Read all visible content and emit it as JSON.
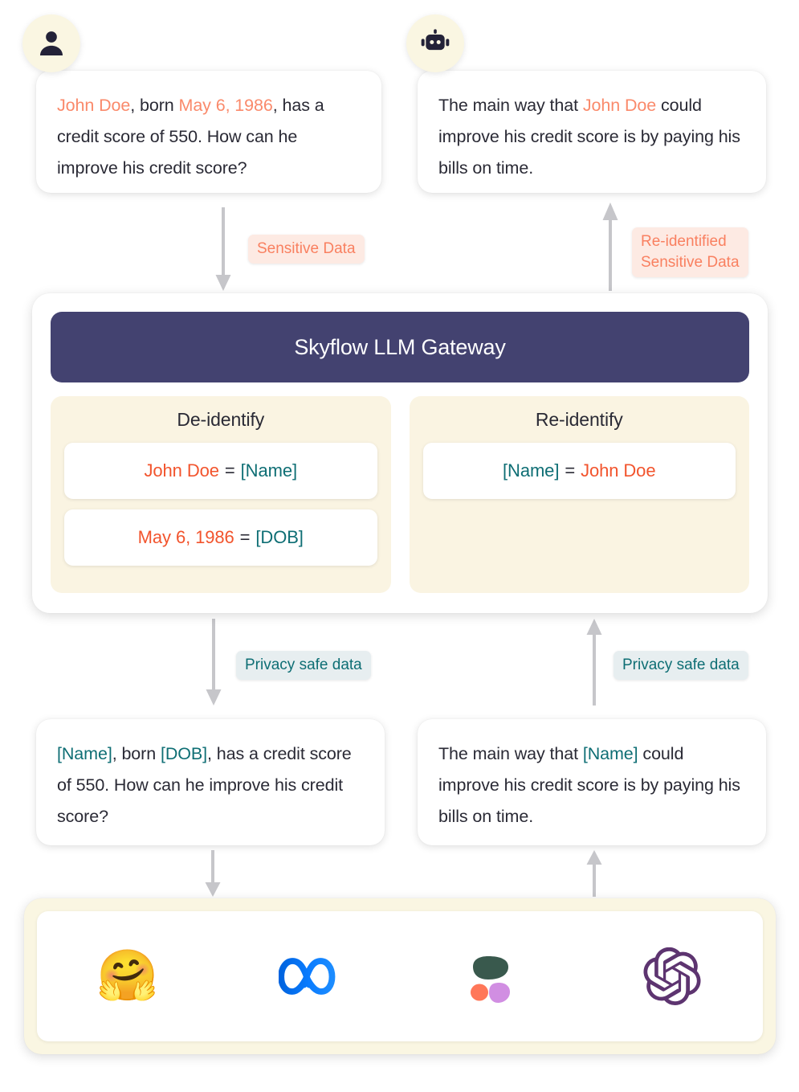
{
  "messages": {
    "user_sensitive": {
      "parts": [
        {
          "text": "John Doe",
          "style": "pii"
        },
        {
          "text": ", born ",
          "style": "plain"
        },
        {
          "text": "May 6, 1986",
          "style": "pii"
        },
        {
          "text": ", has a credit score of 550. How can he improve his credit score?",
          "style": "plain"
        }
      ]
    },
    "bot_sensitive": {
      "parts": [
        {
          "text": "The main way that ",
          "style": "plain"
        },
        {
          "text": "John Doe",
          "style": "pii"
        },
        {
          "text": " could improve his credit score is by paying his bills on time.",
          "style": "plain"
        }
      ]
    },
    "user_safe": {
      "parts": [
        {
          "text": "[Name]",
          "style": "token"
        },
        {
          "text": ", born ",
          "style": "plain"
        },
        {
          "text": "[DOB]",
          "style": "token"
        },
        {
          "text": ", has a credit score of 550. How can he improve his credit score?",
          "style": "plain"
        }
      ]
    },
    "bot_safe": {
      "parts": [
        {
          "text": "The main way that ",
          "style": "plain"
        },
        {
          "text": "[Name]",
          "style": "token"
        },
        {
          "text": " could improve his credit score is by paying his bills on time.",
          "style": "plain"
        }
      ]
    }
  },
  "avatars": {
    "user": "user-avatar-icon",
    "bot": "robot-avatar-icon"
  },
  "flow_labels": {
    "sensitive_data": "Sensitive Data",
    "reidentified_sensitive_data": "Re-identified\nSensitive Data",
    "privacy_safe_down": "Privacy safe data",
    "privacy_safe_up": "Privacy safe data"
  },
  "gateway": {
    "title": "Skyflow LLM Gateway",
    "panels": [
      {
        "title": "De-identify",
        "rows": [
          {
            "left": "John Doe",
            "op": "=",
            "right": "[Name]"
          },
          {
            "left": "May 6, 1986",
            "op": "=",
            "right": "[DOB]"
          }
        ]
      },
      {
        "title": "Re-identify",
        "rows": [
          {
            "left": "[Name]",
            "op": "=",
            "right": "John Doe"
          }
        ]
      }
    ]
  },
  "llm_providers": [
    {
      "name": "hugging-face",
      "icon": "hugging-face-logo"
    },
    {
      "name": "meta",
      "icon": "meta-logo"
    },
    {
      "name": "cohere",
      "icon": "cohere-logo"
    },
    {
      "name": "openai",
      "icon": "openai-logo"
    }
  ],
  "colors": {
    "pii_bubble": "#FA8A6B",
    "pii_gateway": "#F2542D",
    "token_teal": "#0E6E74",
    "gateway_header": "#434270",
    "panel_cream": "#FAF4E2",
    "sensitive_badge_bg": "#FDEAE3",
    "safe_badge_bg": "#E7EEF0",
    "arrow_grey": "#C6C6CA",
    "text_dark": "#2A2A35",
    "meta_blue": "#0A7CFF",
    "openai_purple": "#5D3470",
    "cohere_green": "#39594D",
    "cohere_orange": "#FF7759",
    "cohere_purple": "#D18EE2"
  }
}
